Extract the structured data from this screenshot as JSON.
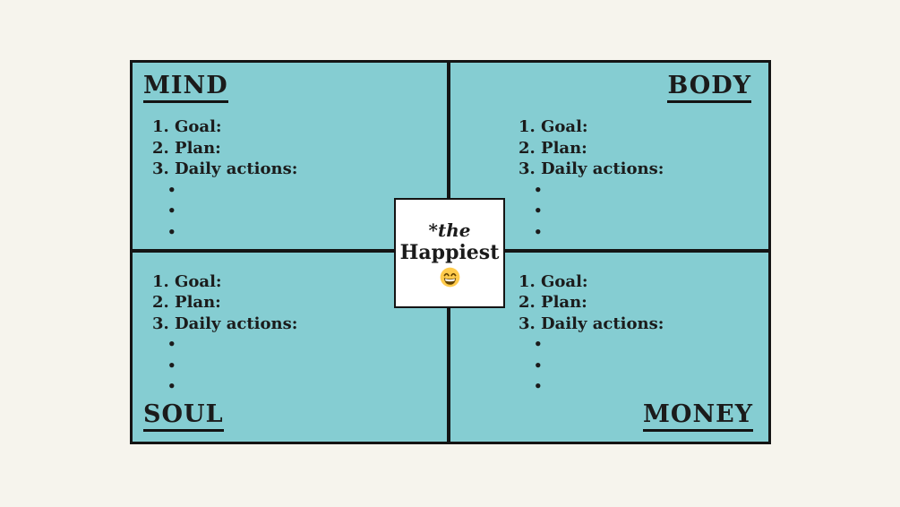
{
  "quadrants": [
    {
      "id": "mind",
      "title": "MIND",
      "items": [
        "1. Goal:",
        "2. Plan:",
        "3. Daily actions:"
      ]
    },
    {
      "id": "body",
      "title": "BODY",
      "items": [
        "1. Goal:",
        "2. Plan:",
        "3. Daily actions:"
      ]
    },
    {
      "id": "soul",
      "title": "SOUL",
      "items": [
        "1. Goal:",
        "2. Plan:",
        "3. Daily actions:"
      ]
    },
    {
      "id": "money",
      "title": "MONEY",
      "items": [
        "1. Goal:",
        "2. Plan:",
        "3. Daily actions:"
      ]
    }
  ],
  "bullet_glyph": "•",
  "bullets_per_list": 3,
  "center": {
    "line1": "*the",
    "line2": "Happiest",
    "emoji": "grinning-face-with-smiling-eyes"
  },
  "colors": {
    "background": "#F6F4ED",
    "quadrant_fill": "#85CDD2",
    "line": "#141414",
    "text": "#1B1B1B",
    "card_bg": "#FFFFFF",
    "emoji_face": "#FFCB4C",
    "emoji_detail": "#664500"
  }
}
